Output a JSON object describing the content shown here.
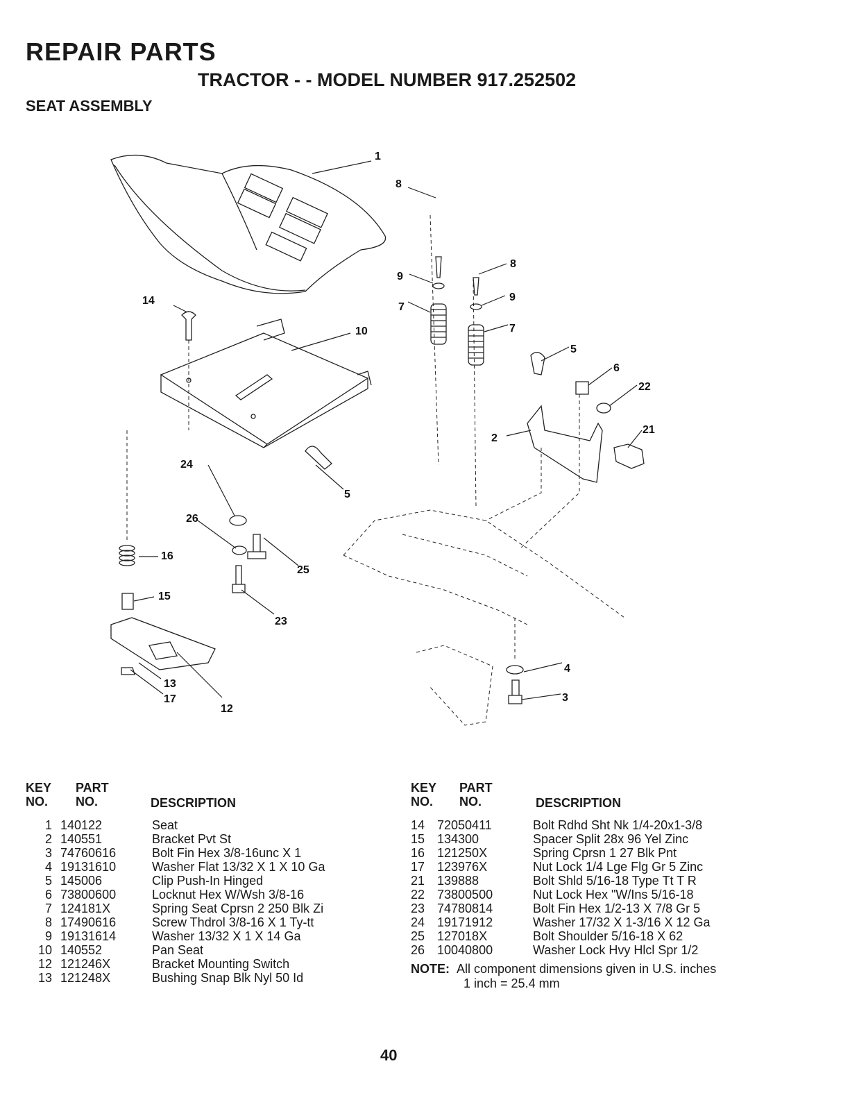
{
  "header": {
    "title": "REPAIR PARTS",
    "model_line": "TRACTOR - - MODEL NUMBER 917.252502",
    "section": "SEAT ASSEMBLY"
  },
  "diagram": {
    "callouts": [
      "1",
      "14",
      "10",
      "5",
      "24",
      "26",
      "25",
      "16",
      "15",
      "23",
      "13",
      "17",
      "12",
      "8",
      "9",
      "7",
      "8",
      "9",
      "7",
      "5",
      "6",
      "22",
      "21",
      "2",
      "4",
      "3"
    ]
  },
  "left_table": {
    "key_header_1": "KEY",
    "key_header_2": "NO.",
    "part_header_1": "PART",
    "part_header_2": "NO.",
    "desc_header": "DESCRIPTION",
    "rows": [
      {
        "key": "1",
        "part": "140122",
        "desc": "Seat"
      },
      {
        "key": "2",
        "part": "140551",
        "desc": "Bracket Pvt St"
      },
      {
        "key": "3",
        "part": "74760616",
        "desc": "Bolt Fin Hex 3/8-16unc X 1"
      },
      {
        "key": "4",
        "part": "19131610",
        "desc": "Washer Flat 13/32 X 1 X 10 Ga"
      },
      {
        "key": "5",
        "part": "145006",
        "desc": "Clip Push-In Hinged"
      },
      {
        "key": "6",
        "part": "73800600",
        "desc": "Locknut Hex W/Wsh 3/8-16"
      },
      {
        "key": "7",
        "part": "124181X",
        "desc": "Spring Seat Cprsn 2 250 Blk Zi"
      },
      {
        "key": "8",
        "part": "17490616",
        "desc": "Screw Thdrol 3/8-16 X 1 Ty-tt"
      },
      {
        "key": "9",
        "part": "19131614",
        "desc": "Washer 13/32 X 1 X 14 Ga"
      },
      {
        "key": "10",
        "part": "140552",
        "desc": "Pan Seat"
      },
      {
        "key": "12",
        "part": "121246X",
        "desc": "Bracket Mounting Switch"
      },
      {
        "key": "13",
        "part": "121248X",
        "desc": "Bushing Snap Blk Nyl 50 Id"
      }
    ]
  },
  "right_table": {
    "key_header_1": "KEY",
    "key_header_2": "NO.",
    "part_header_1": "PART",
    "part_header_2": "NO.",
    "desc_header": "DESCRIPTION",
    "rows": [
      {
        "key": "14",
        "part": "72050411",
        "desc": "Bolt Rdhd Sht Nk 1/4-20x1-3/8"
      },
      {
        "key": "15",
        "part": "134300",
        "desc": "Spacer Split 28x 96 Yel Zinc"
      },
      {
        "key": "16",
        "part": "121250X",
        "desc": "Spring Cprsn 1 27 Blk Pnt"
      },
      {
        "key": "17",
        "part": "123976X",
        "desc": "Nut Lock 1/4 Lge Flg Gr 5 Zinc"
      },
      {
        "key": "21",
        "part": "139888",
        "desc": "Bolt Shld 5/16-18 Type Tt T R"
      },
      {
        "key": "22",
        "part": "73800500",
        "desc": "Nut Lock Hex \"W/Ins 5/16-18"
      },
      {
        "key": "23",
        "part": "74780814",
        "desc": "Bolt Fin Hex 1/2-13 X 7/8 Gr 5"
      },
      {
        "key": "24",
        "part": "19171912",
        "desc": "Washer 17/32 X 1-3/16 X 12 Ga"
      },
      {
        "key": "25",
        "part": "127018X",
        "desc": "Bolt Shoulder 5/16-18 X 62"
      },
      {
        "key": "26",
        "part": "10040800",
        "desc": "Washer Lock Hvy Hlcl Spr 1/2"
      }
    ]
  },
  "note": {
    "label": "NOTE:",
    "line1": "All component dimensions given in U.S. inches",
    "line2": "1 inch = 25.4 mm"
  },
  "page_number": "40"
}
